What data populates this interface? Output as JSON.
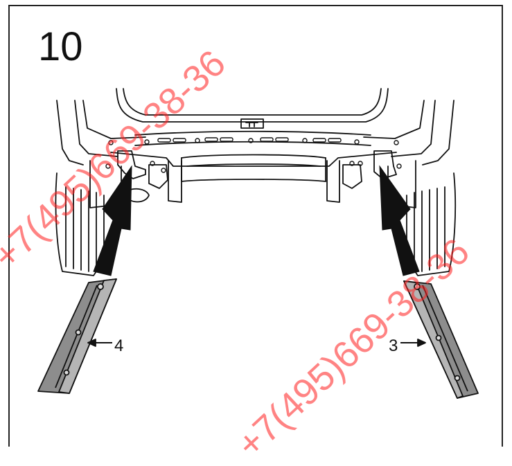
{
  "step": {
    "number": "10"
  },
  "callouts": {
    "part_4": "4",
    "part_3": "3"
  },
  "watermarks": [
    "+7(495)669-38-36",
    "+7(495)669-38-36"
  ],
  "colors": {
    "frame": "#222222",
    "line": "#111111",
    "bracket_fill": "#8d8d8d",
    "arrow": "#111111",
    "watermark": "#ff1f1f"
  }
}
